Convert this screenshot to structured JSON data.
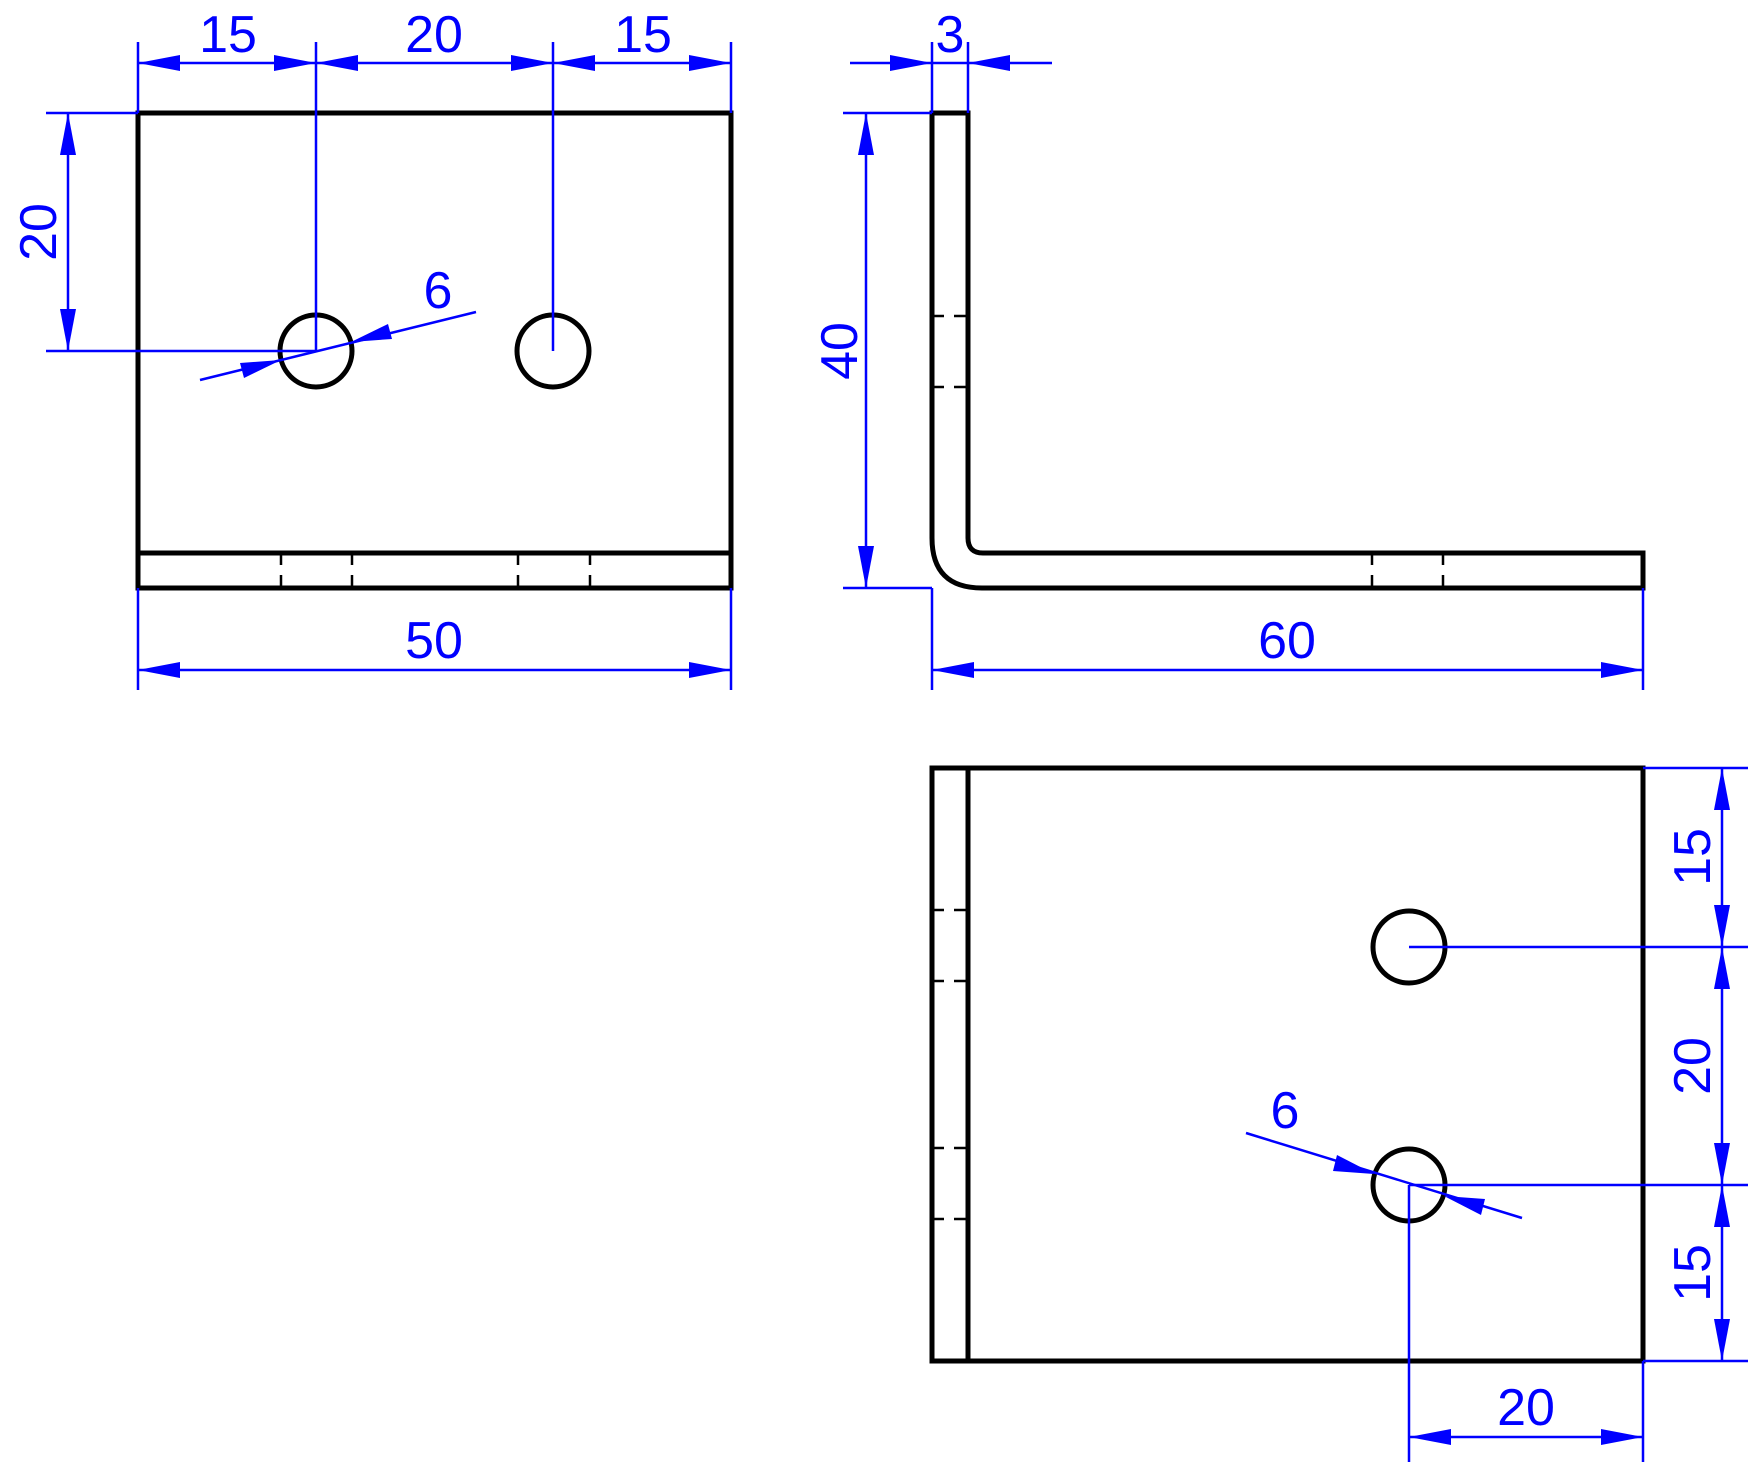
{
  "colors": {
    "outline": "#000000",
    "dimension": "#0000ff",
    "background": "#ffffff"
  },
  "front_view": {
    "width_dim": "50",
    "hole_left_dim": "15",
    "hole_spacing_dim": "20",
    "hole_right_dim": "15",
    "hole_height_dim": "20",
    "hole_diameter_dim": "6"
  },
  "side_view": {
    "thickness_dim": "3",
    "height_dim": "40",
    "length_dim": "60"
  },
  "top_view": {
    "top_edge_dim": "15",
    "hole_spacing_dim": "20",
    "bottom_edge_dim": "15",
    "hole_offset_dim": "20",
    "hole_diameter_dim": "6"
  }
}
